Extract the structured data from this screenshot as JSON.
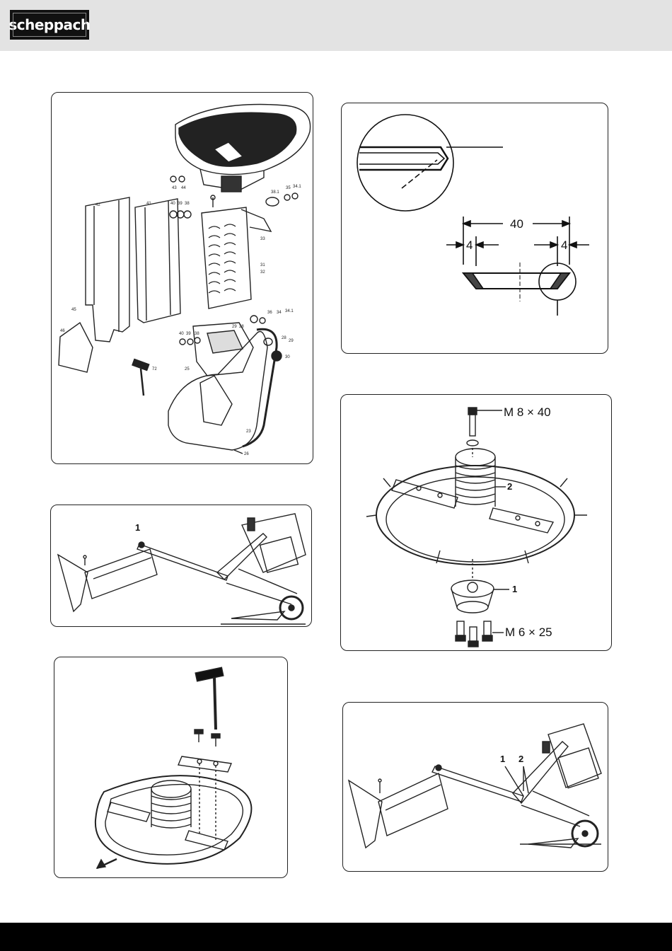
{
  "header": {
    "logo_text": "scheppach"
  },
  "figures": {
    "blade": {
      "dim_width": "40",
      "dim_left": "4",
      "dim_right": "4"
    },
    "disc": {
      "bolt_top": "M 8 × 40",
      "bolt_bottom": "M 6 × 25",
      "callout_1": "1",
      "callout_2": "2"
    },
    "frame1": {
      "callout_1": "1"
    },
    "frame2": {
      "callout_1": "1",
      "callout_2": "2"
    }
  },
  "colors": {
    "header_bg": "#e3e3e3",
    "footer_bg": "#000000",
    "line": "#222222"
  }
}
